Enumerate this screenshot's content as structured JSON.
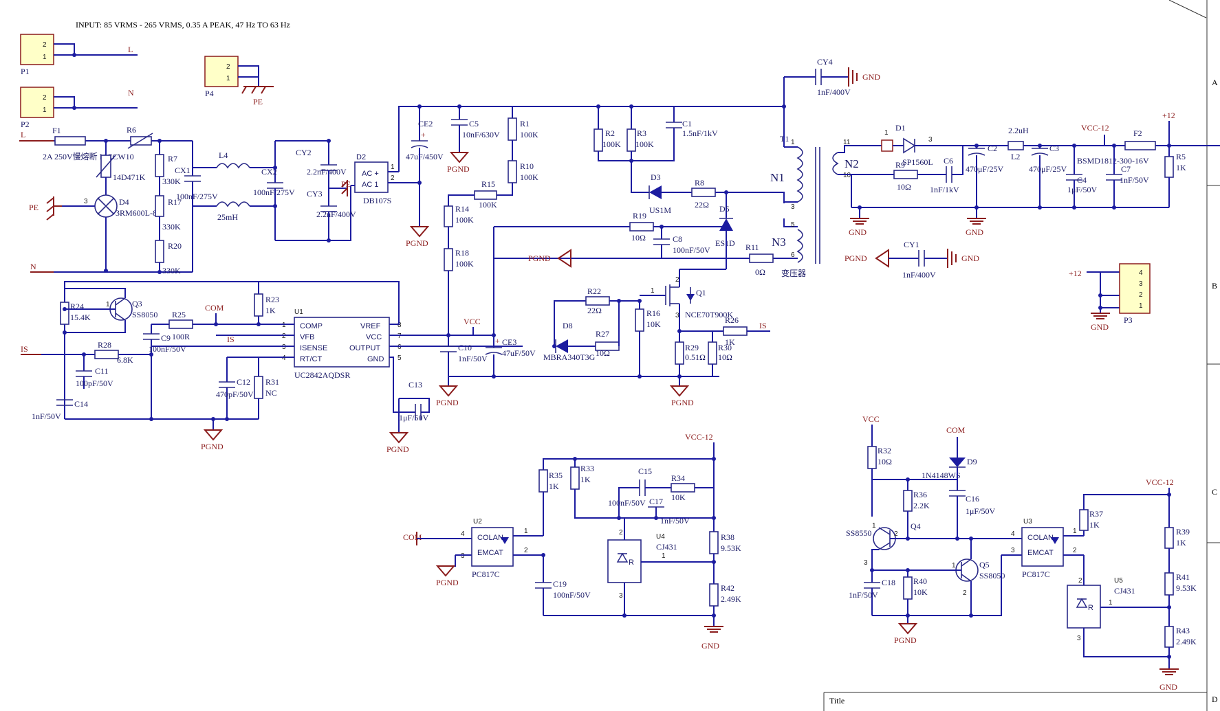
{
  "header": {
    "input_spec": "INPUT: 85 VRMS - 265 VRMS, 0.35 A PEAK, 47 Hz TO 63 Hz"
  },
  "title_block": {
    "title_label": "Title"
  },
  "zones": [
    "A",
    "B",
    "C",
    "D"
  ],
  "nets": {
    "L": "L",
    "N": "N",
    "PE": "PE",
    "PGND": "PGND",
    "GND": "GND",
    "VCC": "VCC",
    "COM": "COM",
    "IS": "IS",
    "VCC12": "VCC-12",
    "P12": "+12"
  },
  "connectors": {
    "P1": {
      "ref": "P1",
      "pins": [
        "2",
        "1"
      ]
    },
    "P2": {
      "ref": "P2",
      "pins": [
        "2",
        "1"
      ]
    },
    "P4": {
      "ref": "P4",
      "pins": [
        "2",
        "1"
      ]
    },
    "P3": {
      "ref": "P3",
      "pins": [
        "4",
        "3",
        "2",
        "1"
      ]
    }
  },
  "input_stage": {
    "F1": "F1",
    "F1_val": "2A 250V慢熔断 MCCW10",
    "R6": "R6",
    "R6_val": "14D471K",
    "D4": "D4",
    "D4_val": "3RM600L-8/B",
    "R7": "R7",
    "R7_val": "330K",
    "R17": "R17",
    "R17_val": "330K",
    "R20": "R20",
    "R20_val": "330K",
    "CX1": "CX1",
    "CX1_val": "100nF/275V",
    "L4": "L4",
    "L4_val": "25mH",
    "CX2": "CX2",
    "CX2_val": "100nF/275V",
    "CY2": "CY2",
    "CY2_val": "2.2nF/400V",
    "CY3": "CY3",
    "CY3_val": "2.2nF/400V",
    "D2": "D2",
    "D2_val": "DB107S",
    "D2_pinA": "AC +",
    "D2_pinB": "AC 1",
    "CE2": "CE2",
    "CE2_val": "47uF/450V",
    "C5": "C5",
    "C5_val": "10nF/630V"
  },
  "snubber": {
    "R1": "R1",
    "R1_val": "100K",
    "R10": "R10",
    "R10_val": "100K",
    "R2": "R2",
    "R2_val": "100K",
    "R3": "R3",
    "R3_val": "100K",
    "C1": "C1",
    "C1_val": "1.5nF/1kV",
    "D3": "D3",
    "D3_val": "US1M",
    "R8": "R8",
    "R8_val": "22Ω",
    "D5": "D5",
    "D5_val": "ES1D",
    "R19": "R19",
    "R19_val": "10Ω",
    "C8": "C8",
    "C8_val": "100nF/50V",
    "R11": "R11",
    "R11_val": "0Ω",
    "R15": "R15",
    "R15_val": "100K",
    "R14": "R14",
    "R14_val": "100K",
    "R18": "R18",
    "R18_val": "100K"
  },
  "transformer": {
    "T1": "T1",
    "N1": "N1",
    "N2": "N2",
    "N3": "N3",
    "label": "变压器",
    "pin1": "1",
    "pin3": "3",
    "pin5": "5",
    "pin6": "6",
    "pin10": "10",
    "pin11": "11",
    "CY4": "CY4",
    "CY4_val": "1nF/400V",
    "CY1": "CY1",
    "CY1_val": "1nF/400V"
  },
  "output": {
    "D1": "D1",
    "D1_val": "SP1560L",
    "R9": "R9",
    "R9_val": "10Ω",
    "C6": "C6",
    "C6_val": "1nF/1kV",
    "C2": "C2",
    "C2_val": "470μF/25V",
    "L2": "L2",
    "L2_val": "2.2uH",
    "C3": "C3",
    "C3_val": "470μF/25V",
    "F2": "F2",
    "F2_val": "BSMD1812-300-16V",
    "C4": "C4",
    "C4_val": "1μF/50V",
    "C7": "C7",
    "C7_val": "1nF/50V",
    "R5": "R5",
    "R5_val": "1K"
  },
  "controller": {
    "U1": "U1",
    "U1_val": "UC2842AQDSR",
    "pins_left": [
      "COMP",
      "VFB",
      "ISENSE",
      "RT/CT"
    ],
    "pins_right": [
      "VREF",
      "VCC",
      "OUTPUT",
      "GND"
    ],
    "R24": "R24",
    "R24_val": "15.4K",
    "Q3": "Q3",
    "Q3_val": "SS8050",
    "R25": "R25",
    "R25_val": "100R",
    "C9": "C9",
    "C9_val": "100nF/50V",
    "R28": "R28",
    "R28_val": "6.8K",
    "C11": "C11",
    "C11_val": "100pF/50V",
    "C14": "C14",
    "C14_val": "1nF/50V",
    "R23": "R23",
    "R23_val": "1K",
    "C12": "C12",
    "C12_val": "470pF/50V",
    "R31": "R31",
    "R31_val": "NC",
    "C13": "C13",
    "C13_val": "1μF/50V",
    "C10": "C10",
    "C10_val": "1nF/50V",
    "CE3": "CE3",
    "CE3_val": "47uF/50V"
  },
  "gate_drive": {
    "R22": "R22",
    "R22_val": "22Ω",
    "D8": "D8",
    "D8_val": "MBRA340T3G",
    "R27": "R27",
    "R27_val": "10Ω",
    "R16": "R16",
    "R16_val": "10K",
    "Q1": "Q1",
    "Q1_val": "NCE70T900K",
    "R29": "R29",
    "R29_val": "0.51Ω",
    "R30": "R30",
    "R30_val": "10Ω",
    "R26": "R26",
    "R26_val": "1K"
  },
  "feedback": {
    "U2": "U2",
    "U2_val": "PC817C",
    "U2_a": "COLAN",
    "U2_b": "EMCAT",
    "R35": "R35",
    "R35_val": "1K",
    "R33": "R33",
    "R33_val": "1K",
    "C15": "C15",
    "C15_val": "100nF/50V",
    "R34": "R34",
    "R34_val": "10K",
    "C17": "C17",
    "C17_val": "1nF/50V",
    "U4": "U4",
    "U4_val": "CJ431",
    "R38": "R38",
    "R38_val": "9.53K",
    "R42": "R42",
    "R42_val": "2.49K",
    "C19": "C19",
    "C19_val": "100nF/50V"
  },
  "latch": {
    "R32": "R32",
    "R32_val": "10Ω",
    "D9": "D9",
    "D9_val": "1N4148WS",
    "R36": "R36",
    "R36_val": "2.2K",
    "C16": "C16",
    "C16_val": "1μF/50V",
    "Q4": "Q4",
    "Q4_val": "SS8550",
    "Q5": "Q5",
    "Q5_val": "SS8050",
    "C18": "C18",
    "C18_val": "1nF/50V",
    "R40": "R40",
    "R40_val": "10K",
    "U3": "U3",
    "U3_val": "PC817C",
    "U3_a": "COLAN",
    "U3_b": "EMCAT",
    "R37": "R37",
    "R37_val": "1K",
    "R39": "R39",
    "R39_val": "1K",
    "R41": "R41",
    "R41_val": "9.53K",
    "R43": "R43",
    "R43_val": "2.49K",
    "U5": "U5",
    "U5_val": "CJ431"
  },
  "colors": {
    "wire": "#1c1ca0",
    "power_net": "#8b1c1c",
    "component": "#2a2a88",
    "connector_fill": "#ffffc8"
  }
}
